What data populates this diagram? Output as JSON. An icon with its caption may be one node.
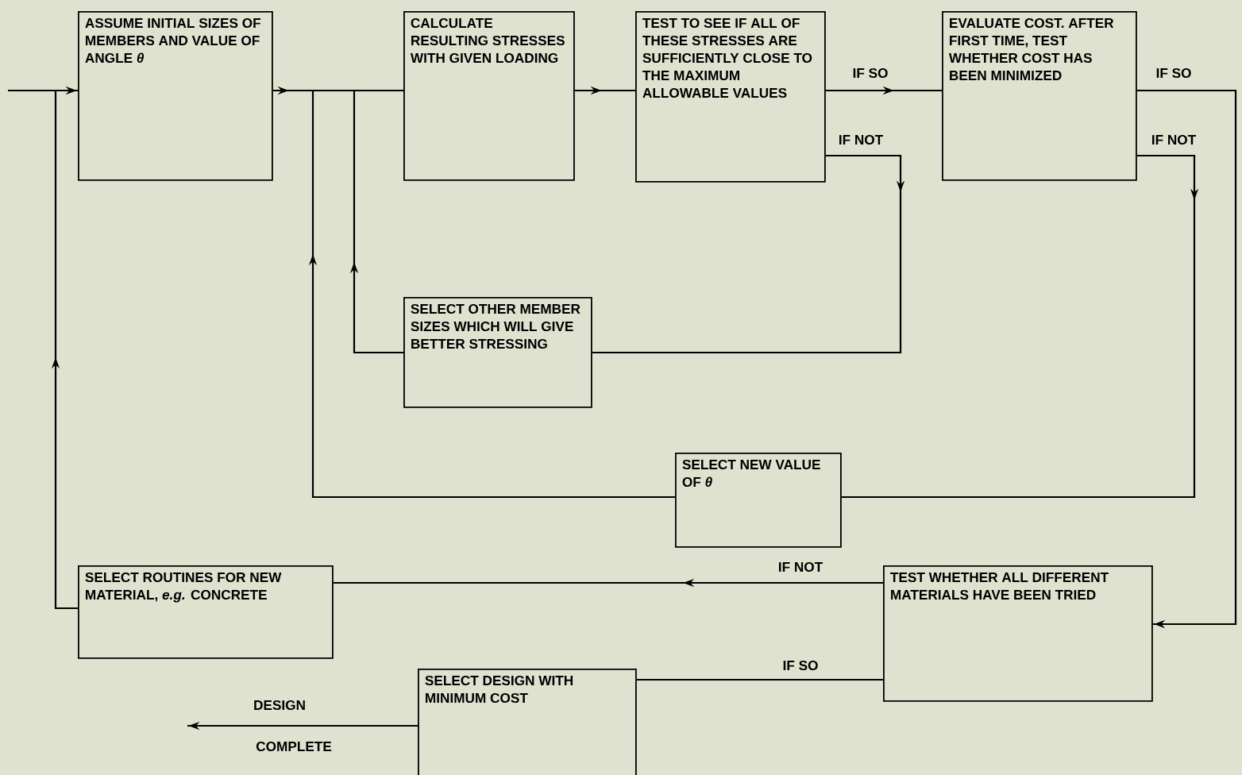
{
  "diagram": {
    "nodes": [
      {
        "text": [
          "ASSUME INITIAL SIZES OF MEMBERS AND VALUE OF ANGLE *θ*"
        ]
      },
      {
        "text": [
          "CALCULATE RESULTING STRESSES WITH GIVEN LOADING"
        ]
      },
      {
        "text": [
          "TEST TO SEE IF ALL OF THESE STRESSES ARE SUFFICIENTLY CLOSE TO THE MAXIMUM ALLOWABLE VALUES"
        ]
      },
      {
        "text": [
          "EVALUATE COST. AFTER FIRST TIME, TEST WHETHER COST HAS BEEN MINIMIZED"
        ]
      },
      {
        "text": [
          "SELECT OTHER MEMBER SIZES WHICH WILL GIVE BETTER STRESSING"
        ]
      },
      {
        "text": [
          "SELECT NEW VALUE OF *θ*"
        ]
      },
      {
        "text": [
          "TEST WHETHER ALL DIFFERENT MATERIALS HAVE BEEN TRIED"
        ]
      },
      {
        "text": [
          "SELECT ROUTINES FOR NEW MATERIAL, *e.g.* CONCRETE"
        ]
      },
      {
        "text": [
          "SELECT DESIGN WITH MINIMUM COST"
        ]
      }
    ],
    "edges": [
      {
        "from": null,
        "to": 0,
        "arrow": "to"
      },
      {
        "from": 0,
        "to": 1,
        "arrow": "to"
      },
      {
        "from": 1,
        "to": 2,
        "arrow": "to"
      },
      {
        "from": 2,
        "to": 3,
        "arrow": "to",
        "label": "IF SO"
      },
      {
        "from": 2,
        "to": 4,
        "arrow": "to",
        "label": "IF NOT"
      },
      {
        "from": 4,
        "to": 1,
        "arrow": "to"
      },
      {
        "from": 3,
        "to": 5,
        "arrow": "to",
        "label": "IF NOT"
      },
      {
        "from": 5,
        "to": 1,
        "arrow": "to"
      },
      {
        "from": 3,
        "to": 6,
        "arrow": "to",
        "label": "IF SO"
      },
      {
        "from": 6,
        "to": 7,
        "arrow": "to",
        "label": "IF NOT"
      },
      {
        "from": 6,
        "to": 8,
        "arrow": "none",
        "label": "IF SO"
      },
      {
        "from": 7,
        "to": 0,
        "arrow": "to"
      },
      {
        "from": 8,
        "to": null,
        "arrow": "to"
      }
    ],
    "labels": [
      "DESIGN",
      "COMPLETE"
    ]
  }
}
